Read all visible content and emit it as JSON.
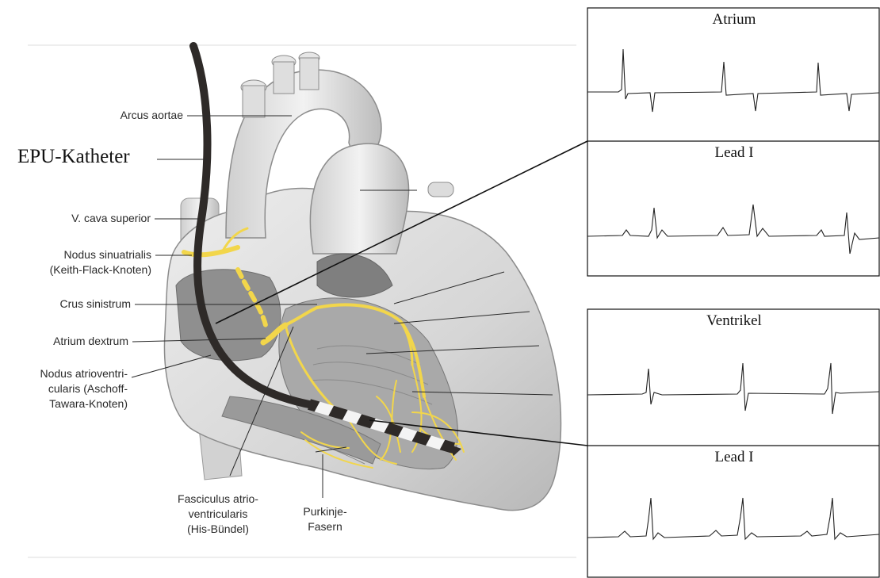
{
  "catheter_label": "EPU-Katheter",
  "labels": {
    "arcus_aortae": "Arcus aortae",
    "vena_cava_superior": "V. cava superior",
    "nodus_sinuatrialis": [
      "Nodus sinuatrialis",
      "(Keith-Flack-Knoten)"
    ],
    "crus_sinistrum": "Crus sinistrum",
    "atrium_dextrum": "Atrium dextrum",
    "nodus_atrioventricularis": [
      "Nodus atrioventri-",
      "cularis (Aschoff-",
      "Tawara-Knoten)"
    ],
    "fasciculus": [
      "Fasciculus atrio-",
      "ventricularis",
      "(His-Bündel)"
    ],
    "purkinje": [
      "Purkinje-",
      "Fasern"
    ]
  },
  "ecg_panels": [
    {
      "title": "Atrium"
    },
    {
      "title": "Lead I"
    },
    {
      "title": "Ventrikel"
    },
    {
      "title": "Lead I"
    }
  ],
  "colors": {
    "heart_fill": "#d9d9d9",
    "heart_shadow": "#a6a6a6",
    "conduction_yellow": "#f2d64b",
    "catheter": "#2e2a28",
    "ecg_trace": "#222222"
  }
}
